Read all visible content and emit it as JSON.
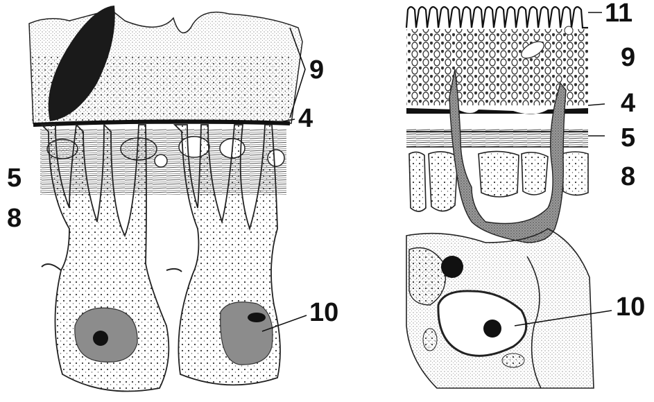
{
  "labels": {
    "left": {
      "l9": "9",
      "l4": "4",
      "l5": "5",
      "l8": "8",
      "l10": "10"
    },
    "right": {
      "l11": "11",
      "l9": "9",
      "l4": "4",
      "l5": "5",
      "l8": "8",
      "l10": "10"
    }
  }
}
